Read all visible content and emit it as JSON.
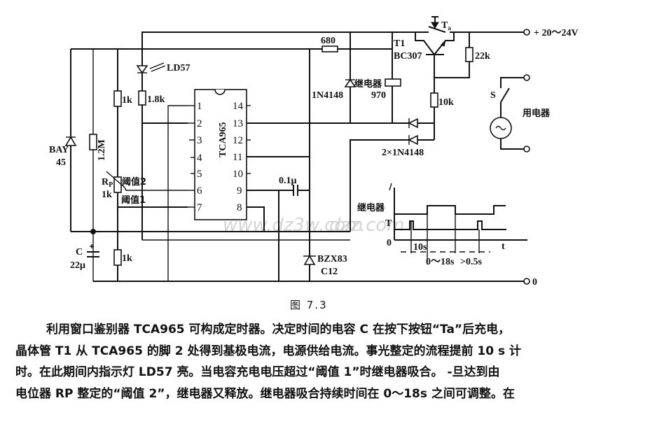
{
  "figure": {
    "caption": "图 7.3",
    "watermark": "www.dz3w.com",
    "watermark2": "dzz.com"
  },
  "schematic": {
    "supply_label": "+ 20～24V",
    "ground_label": "0",
    "ic": {
      "name": "TCA965",
      "pins_left": [
        "1",
        "2",
        "3",
        "4",
        "5",
        "6",
        "7"
      ],
      "pins_right": [
        "14",
        "13",
        "12",
        "11",
        "10",
        "9",
        "8"
      ]
    },
    "components": {
      "led": "LD57",
      "r_1k_top": "1k",
      "r_1_8k": "1.8k",
      "r_1_2M": "1.2M",
      "diode_bay": "BAY",
      "diode_bay_num": "45",
      "pot_name": "R",
      "pot_sub": "P",
      "pot_value": "1k",
      "threshold2": "阈值2",
      "threshold1": "阈值1",
      "cap_c": "C",
      "cap_c_value": "22μ",
      "r_1k_bottom": "1k",
      "r_680": "680",
      "diode_1n4148": "1N4148",
      "relay": "继电器",
      "relay_value": "970",
      "transistor": "T1",
      "transistor_type": "BC307",
      "button": "T",
      "button_sub": "a",
      "r_22k": "22k",
      "r_10k": "10k",
      "diodes_pair": "2×1N4148",
      "cap_01": "0.1μ",
      "zener": "BZX83",
      "zener_sub": "C12",
      "switch": "S",
      "load": "用电器"
    },
    "timing": {
      "label_relay": "继电器",
      "label_T": "T",
      "label_zero": "0",
      "label_t": "t",
      "interval_10s": "10s",
      "interval_range": "0～18s",
      "interval_min": ">0.5s"
    }
  },
  "body_text": [
    "利用窗口鉴别器 TCA965 可构成定时器。决定时间的电容 C 在按下按钮“Ta”后充电，",
    "晶体管 T1 从 TCA965 的脚 2 处得到基极电流，电源供给电流。事光整定的流程提前 10 s 计",
    "时。在此期间内指示灯 LD57 亮。当电容充电电压超过“阈值 1”时继电器吸合。 -旦达到由",
    "电位器 RP 整定的“阈值 2”，继电器又释放。继电器吸合持续时间在 0～18s 之间可调整。在"
  ]
}
